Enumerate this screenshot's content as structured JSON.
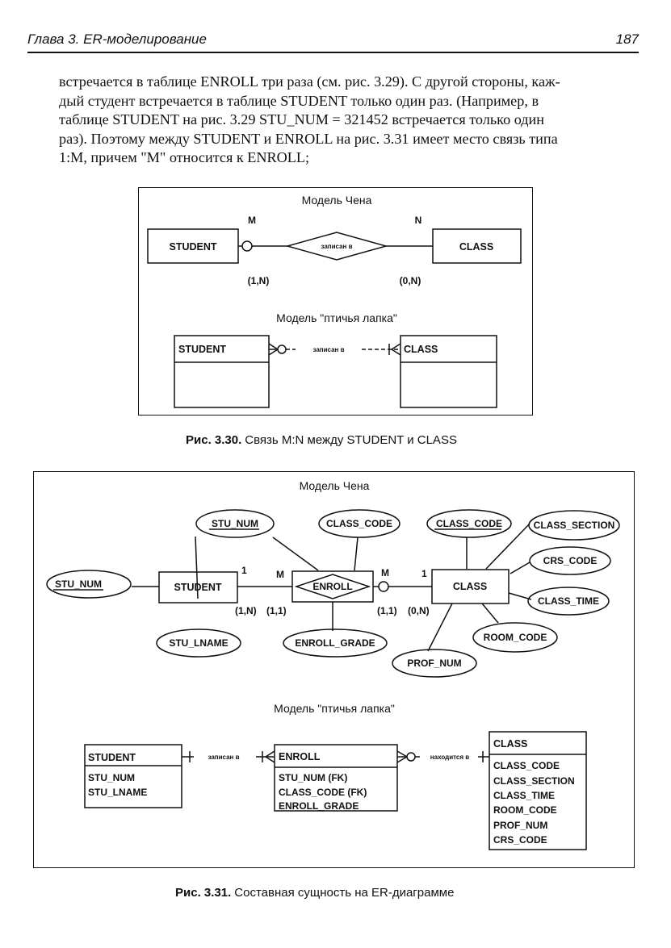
{
  "header": {
    "chapter": "Глава 3. ER-моделирование",
    "page": "187"
  },
  "paragraph": [
    "встречается в таблице ENROLL три раза (см. рис. 3.29). С другой стороны, каж-",
    "дый студент встречается в таблице STUDENT только один раз. (Например, в",
    "таблице STUDENT на рис. 3.29 STU_NUM = 321452 встречается только один",
    "раз). Поэтому между STUDENT и ENROLL на рис. 3.31 имеет место связь типа",
    "1:M, причем \"M\" относится к ENROLL;"
  ],
  "fig30": {
    "chen_title": "Модель Чена",
    "crow_title": "Модель \"птичья лапка\"",
    "entity_student": "STUDENT",
    "entity_class": "CLASS",
    "relationship": "записан в",
    "card_m": "M",
    "card_n": "N",
    "card_student": "(1,N)",
    "card_class": "(0,N)",
    "crow_student": "STUDENT",
    "crow_class": "CLASS",
    "crow_relationship": "записан в",
    "caption_number": "Рис. 3.30.",
    "caption_text": "Связь M:N между STUDENT и CLASS"
  },
  "fig31": {
    "chen_title": "Модель Чена",
    "crow_title": "Модель \"птичья лапка\"",
    "entity_student": "STUDENT",
    "entity_enroll": "ENROLL",
    "entity_class": "CLASS",
    "attr_stu_num_top": "STU_NUM",
    "attr_class_code_enroll": "CLASS_CODE",
    "attr_class_code_class": "CLASS_CODE",
    "attr_class_section": "CLASS_SECTION",
    "attr_crs_code": "CRS_CODE",
    "attr_class_time": "CLASS_TIME",
    "attr_room_code": "ROOM_CODE",
    "attr_prof_num": "PROF_NUM",
    "attr_stu_num_left": "STU_NUM",
    "attr_stu_lname": "STU_LNAME",
    "attr_enroll_grade": "ENROLL_GRADE",
    "card_1_left": "1",
    "card_m_left": "M",
    "card_m_right": "M",
    "card_1_right": "1",
    "card_student": "(1,N)",
    "card_enroll_left": "(1,1)",
    "card_enroll_right": "(1,1)",
    "card_class": "(0,N)",
    "crow_student_title": "STUDENT",
    "crow_student_attrs": [
      "STU_NUM",
      "STU_LNAME"
    ],
    "crow_rel_left": "записан в",
    "crow_enroll_title": "ENROLL",
    "crow_enroll_attrs": [
      "STU_NUM (FK)",
      "CLASS_CODE (FK)",
      "ENROLL_GRADE"
    ],
    "crow_rel_right": "находится в",
    "crow_class_title": "CLASS",
    "crow_class_attrs": [
      "CLASS_CODE",
      "CLASS_SECTION",
      "CLASS_TIME",
      "ROOM_CODE",
      "PROF_NUM",
      "CRS_CODE"
    ],
    "caption_number": "Рис. 3.31.",
    "caption_text": "Составная сущность на ER-диаграмме"
  }
}
